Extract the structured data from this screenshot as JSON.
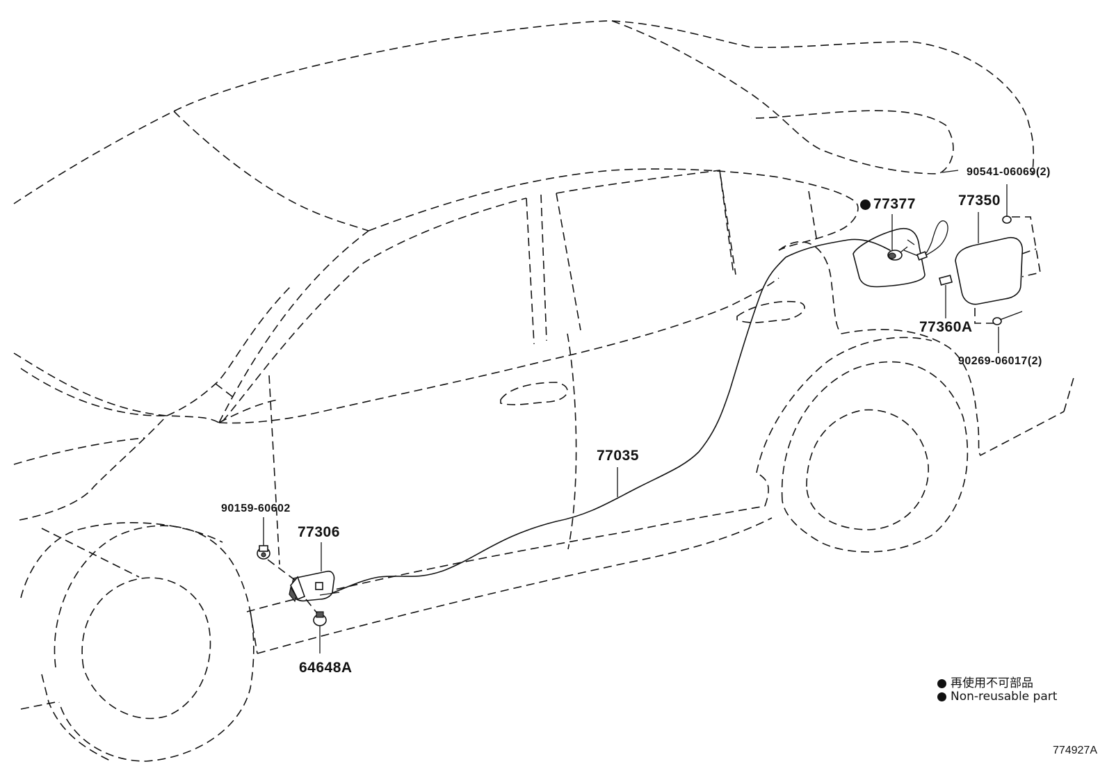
{
  "callouts": {
    "p90541": "90541-06069(2)",
    "p77377": "77377",
    "p77350": "77350",
    "p77360A": "77360A",
    "p90269": "90269-06017(2)",
    "p77035": "77035",
    "p90159": "90159-60602",
    "p77306": "77306",
    "p64648A": "64648A"
  },
  "legend": {
    "non_reusable_ja": "再使用不可部品",
    "non_reusable_en": "Non-reusable part"
  },
  "figure_id": "774927A",
  "colors": {
    "line": "#111111",
    "background": "#ffffff"
  }
}
